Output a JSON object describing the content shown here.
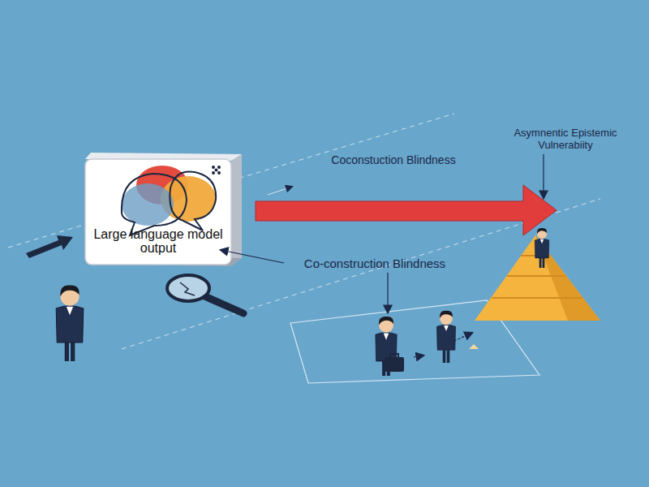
{
  "diagram": {
    "nodes": [
      {
        "text": [
          "Large language model output"
        ]
      }
    ],
    "edges": [],
    "labels": [
      "Coconstuction Blindness",
      "Asymnentic Epistemic Vulnerabiity",
      "Co-construction Blindness"
    ]
  }
}
